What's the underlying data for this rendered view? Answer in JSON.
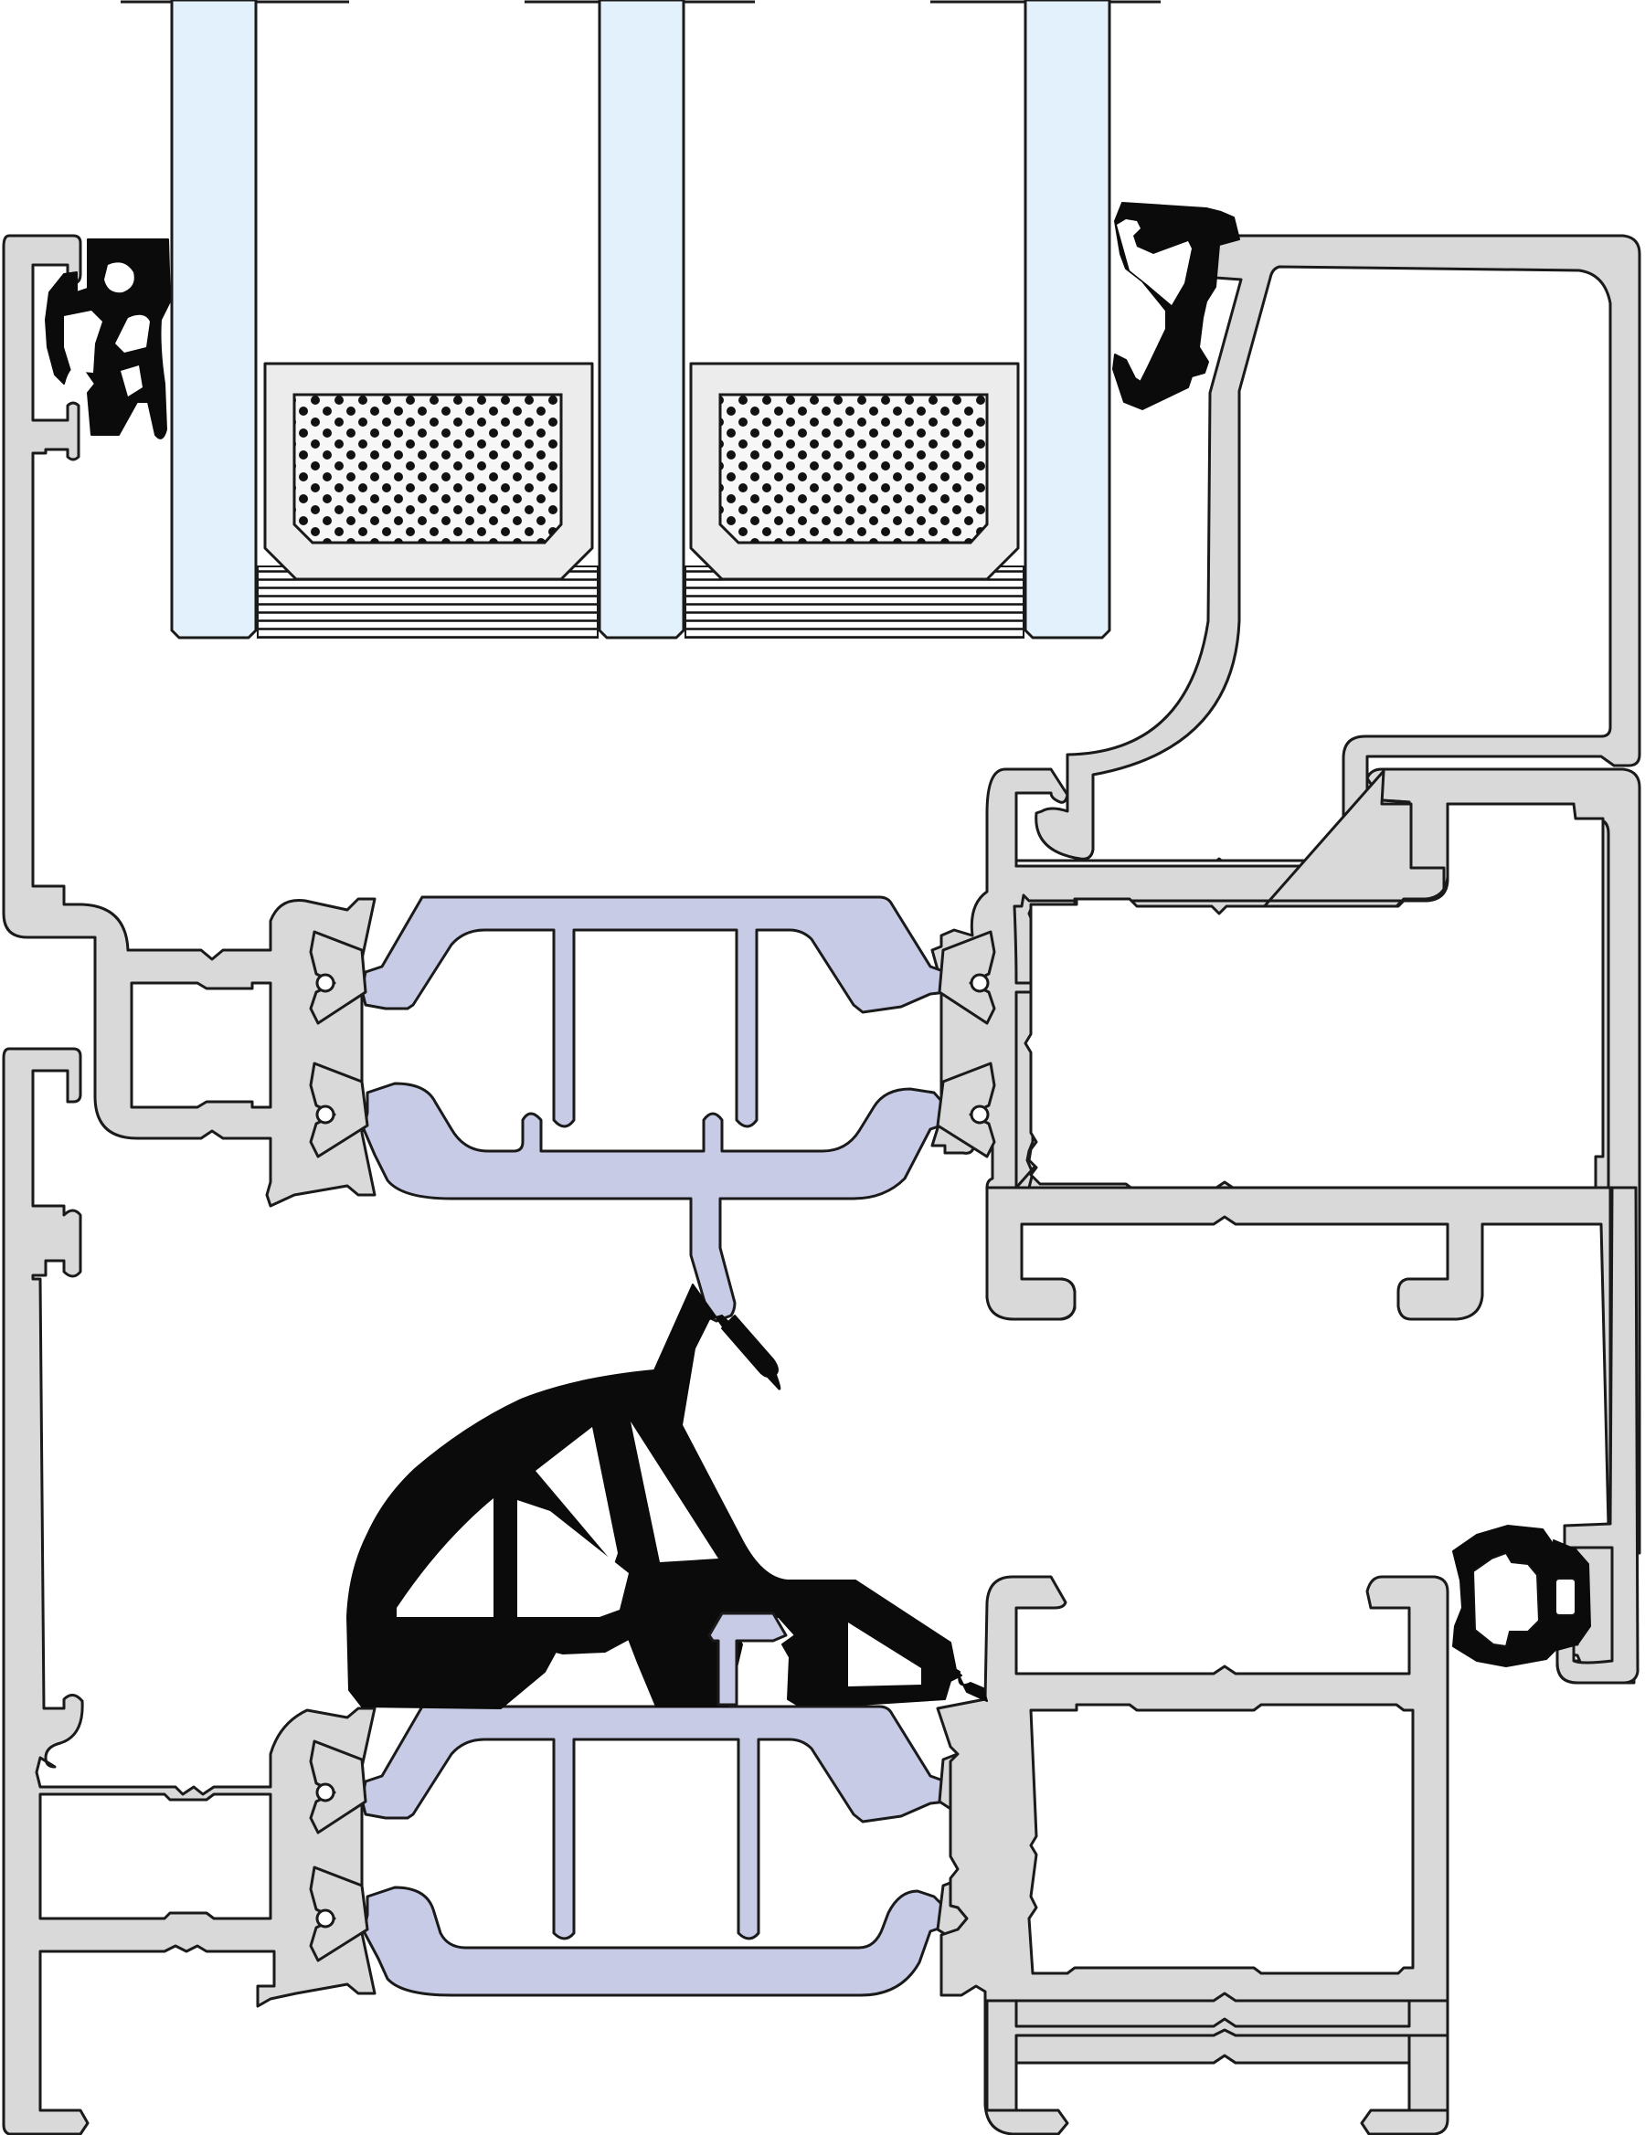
{
  "diagram": {
    "kind": "window frame cross-section",
    "colors": {
      "aluminium": "#d9d9d9",
      "thermal_break": "#c8cbe6",
      "glass": "#e2f1fb",
      "gasket": "#0b0b0b",
      "spacer": "#ececec",
      "outline": "#1a1a1a"
    },
    "glass_panes": 3,
    "spacer_bars": 2,
    "labels": []
  }
}
